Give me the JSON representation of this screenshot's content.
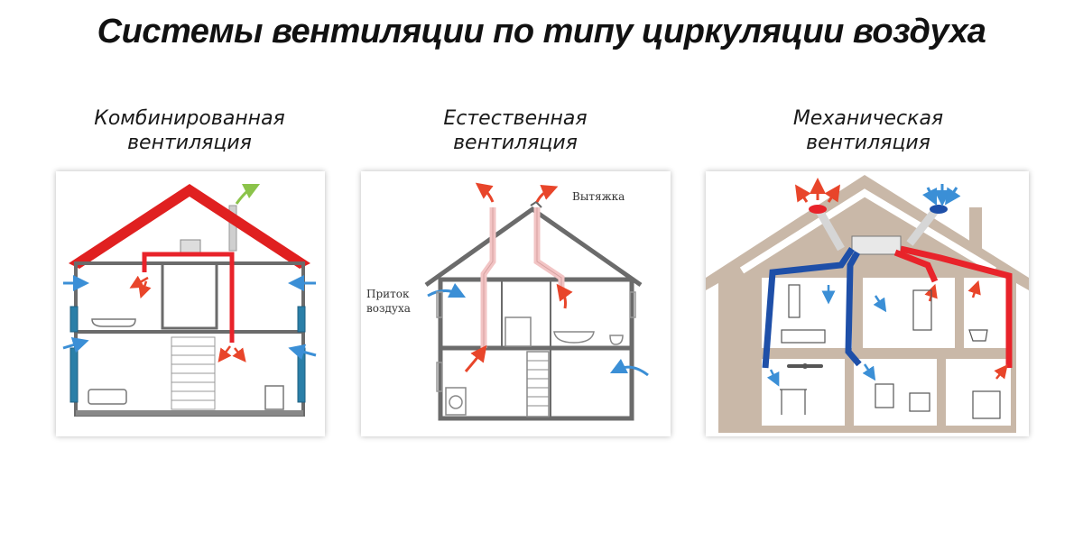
{
  "title": "Системы вентиляции по типу циркуляции воздуха",
  "panels": [
    {
      "caption_line1": "Комбинированная",
      "caption_line2": "вентиляция"
    },
    {
      "caption_line1": "Естественная",
      "caption_line2": "вентиляция",
      "label_exhaust": "Вытяжка",
      "label_supply_line1": "Приток",
      "label_supply_line2": "воздуха"
    },
    {
      "caption_line1": "Механическая",
      "caption_line2": "вентиляция"
    }
  ],
  "colors": {
    "roof_red": "#e02020",
    "duct_red": "#e8232a",
    "duct_blue": "#1e4fa8",
    "arrow_blue": "#3b8fd6",
    "arrow_red": "#e8452a",
    "house_gray": "#6b6b6b",
    "house_tan": "#c9b8a8",
    "pipe_pink": "#f2c4c4",
    "arrow_green": "#8bc34a"
  }
}
